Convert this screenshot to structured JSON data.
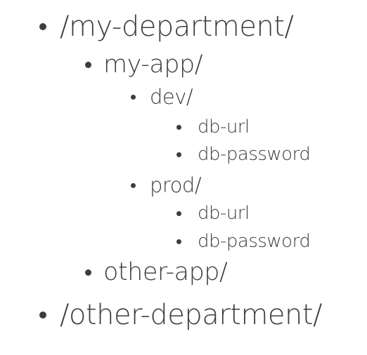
{
  "tree": {
    "my_department": "/my-department/",
    "my_app": "my-app/",
    "dev": "dev/",
    "dev_db_url": "db-url",
    "dev_db_password": "db-password",
    "prod": "prod/",
    "prod_db_url": "db-url",
    "prod_db_password": "db-password",
    "other_app": "other-app/",
    "other_department": "/other-department/"
  }
}
